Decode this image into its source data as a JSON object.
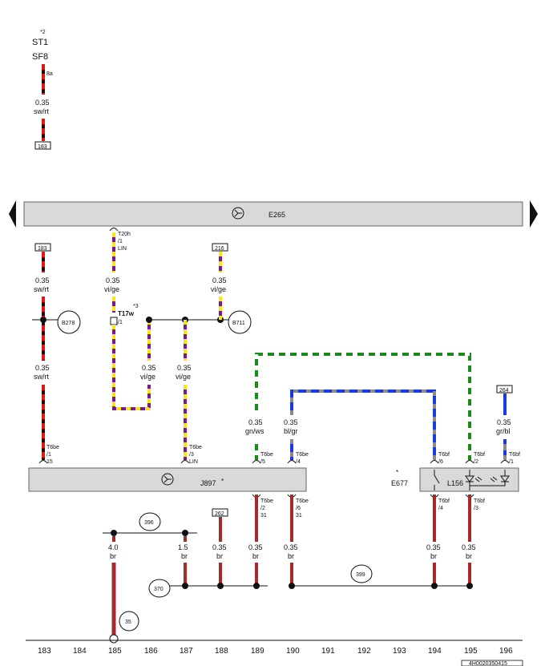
{
  "top_branch": {
    "marker": "*2",
    "fuse_line1": "ST1",
    "fuse_line2": "SF8",
    "fuse_pin": "8a",
    "wire_size": "0.35",
    "wire_color": "sw/rt",
    "ref_box": "183"
  },
  "bus_component": {
    "name": "E265",
    "left_arrow": "left-arrow-icon",
    "right_arrow": "right-arrow-icon"
  },
  "connectors": {
    "t20h": [
      "T20h",
      "/1",
      "LIN"
    ],
    "t17w": [
      "T17w",
      "/1"
    ],
    "t17w_marker": "*3",
    "t6be_1": [
      "T6be",
      "/1",
      "15"
    ],
    "t6be_3": [
      "T6be",
      "/3",
      "LIN"
    ],
    "t6be_5": [
      "T6be",
      "/5"
    ],
    "t6be_4": [
      "T6be",
      "/4"
    ],
    "t6be_2": [
      "T6be",
      "/2",
      "31"
    ],
    "t6be_6": [
      "T6be",
      "/6",
      "31"
    ],
    "t6bf_6": [
      "T6bf",
      "/6"
    ],
    "t6bf_2": [
      "T6bf",
      "/2"
    ],
    "t6bf_1": [
      "T6bf",
      "/1"
    ],
    "t6bf_4": [
      "T6bf",
      "/4"
    ],
    "t6bf_3": [
      "T6bf",
      "/3"
    ]
  },
  "wires": {
    "w183": [
      "0.35",
      "sw/rt"
    ],
    "w183b": [
      "0.35",
      "sw/rt"
    ],
    "w_vige1": [
      "0.35",
      "vi/ge"
    ],
    "w_vige2": [
      "0.35",
      "vi/ge"
    ],
    "w_vige3": [
      "0.35",
      "vi/ge"
    ],
    "w_vige4": [
      "0.35",
      "vi/ge"
    ],
    "w_gnws": [
      "0.35",
      "gn/ws"
    ],
    "w_blgr": [
      "0.35",
      "bl/gr"
    ],
    "w_grbl": [
      "0.35",
      "gr/bl"
    ],
    "w_br40": [
      "4.0",
      "br"
    ],
    "w_br15": [
      "1.5",
      "br"
    ],
    "w_br262": [
      "0.35",
      "br"
    ],
    "w_br189": [
      "0.35",
      "br"
    ],
    "w_br190": [
      "0.35",
      "br"
    ],
    "w_br194": [
      "0.35",
      "br"
    ],
    "w_br195": [
      "0.35",
      "br"
    ]
  },
  "ref_boxes": {
    "r183": "183",
    "r216": "216",
    "r264": "264",
    "r262": "262"
  },
  "junctions": {
    "b278": "B278",
    "b711": "B711",
    "j396": "396",
    "j370": "370",
    "j399": "399",
    "j35": "35"
  },
  "modules": {
    "j897": "J897",
    "j897_marker": "*",
    "e677_marker": "*",
    "e677": "E677",
    "l156": "L156"
  },
  "track_numbers": [
    "183",
    "184",
    "185",
    "186",
    "187",
    "188",
    "189",
    "190",
    "191",
    "192",
    "193",
    "194",
    "195",
    "196"
  ],
  "doc_id": "4H0020350415",
  "colors": {
    "sw": "#111111",
    "rt": "#e01818",
    "vi": "#7a1a8c",
    "ge": "#f5e61a",
    "gn": "#1a8a1a",
    "ws": "#ffffff",
    "bl": "#1a3ae0",
    "gr": "#8a8a8a",
    "br": "#a52a2a",
    "box_fill": "#d9d9d9"
  }
}
